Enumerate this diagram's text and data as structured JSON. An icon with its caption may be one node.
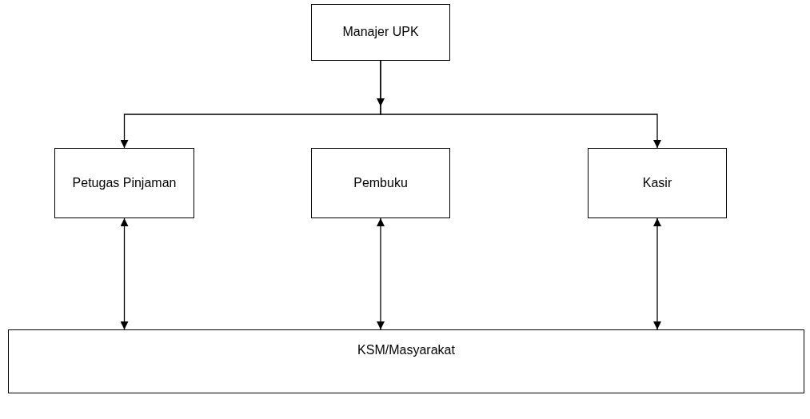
{
  "diagram": {
    "nodes": [
      {
        "text": [
          "Manajer UPK"
        ]
      },
      {
        "text": [
          "Petugas Pinjaman"
        ]
      },
      {
        "text": [
          "Pembuku"
        ]
      },
      {
        "text": [
          "Kasir"
        ]
      },
      {
        "text": [
          "KSM/Masyarakat"
        ]
      }
    ],
    "edges": [
      {
        "from": 0,
        "to": 1,
        "arrow": "to"
      },
      {
        "from": 0,
        "to": 3,
        "arrow": "to"
      },
      {
        "from": 1,
        "to": 4,
        "arrow": "both"
      },
      {
        "from": 2,
        "to": 4,
        "arrow": "both"
      },
      {
        "from": 3,
        "to": 4,
        "arrow": "both"
      }
    ]
  }
}
